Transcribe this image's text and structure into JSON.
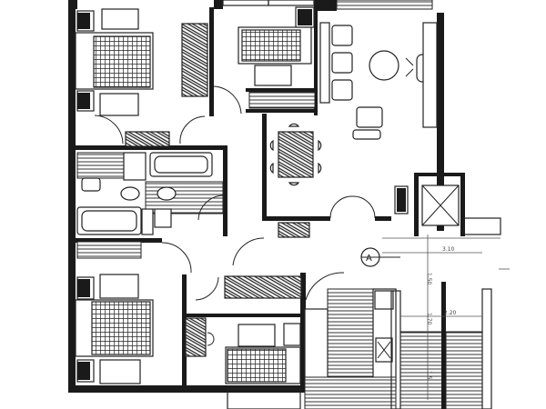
{
  "plan": {
    "section_marker": "A",
    "dimensions": {
      "d1": "3.10",
      "d2": "1.50",
      "d3": "2.20",
      "d4": "1.70",
      "d5": "1.5"
    }
  }
}
